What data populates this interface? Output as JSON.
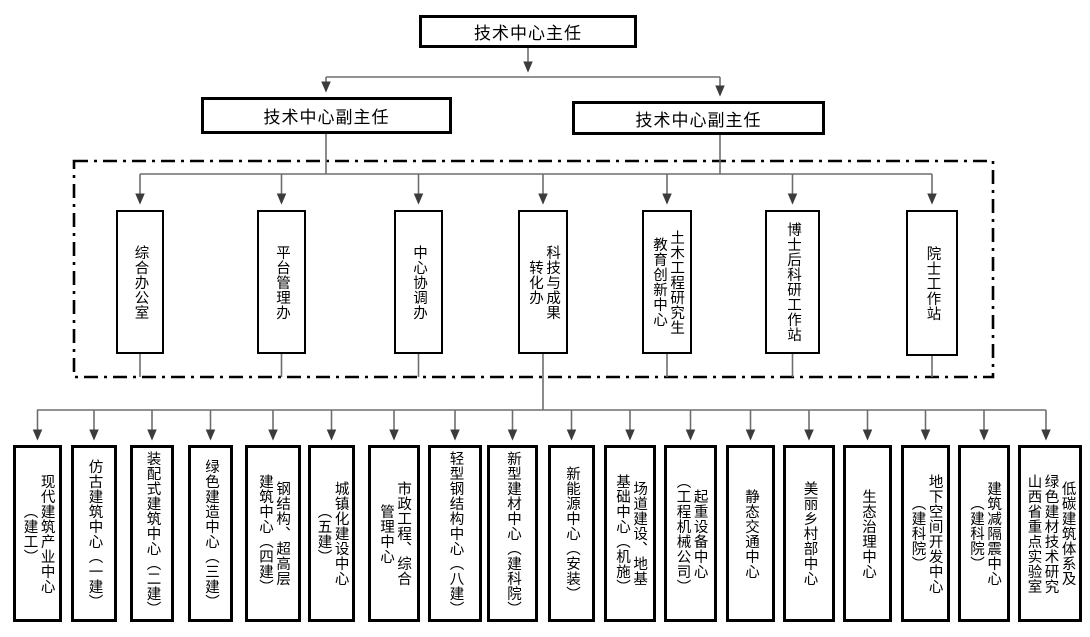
{
  "org": {
    "director": "技术中心主任",
    "deputy_left": "技术中心副主任",
    "deputy_right": "技术中心副主任",
    "departments": [
      "综合办公室",
      "平台管理办",
      "中心协调办",
      "科技与成果\n转化办",
      "土木工程研究生\n教育创新中心",
      "博士后科研工作站",
      "院士工作站"
    ],
    "centers": [
      "现代建筑产业中心\n（建工）",
      "仿古建筑中心（一建）",
      "装配式建筑中心（二建）",
      "绿色建造中心（三建）",
      "钢结构、超高层\n建筑中心（四建）",
      "城镇化建设中心\n（五建）",
      "市政工程、综合\n管理中心",
      "轻型钢结构中心（八建）",
      "新型建材中心（建科院）",
      "新能源中心（安装）",
      "场道建设、地基\n基础中心（机施）",
      "起重设备中心\n（工程机械公司）",
      "静态交通中心",
      "美丽乡村部中心",
      "生态治理中心",
      "地下空间开发中心\n（建科院）",
      "建筑减隔震中心\n（建科院）",
      "低碳建筑体系及\n绿色建材技术研究\n山西省重点实验室"
    ]
  },
  "colors": {
    "box_border": "#000000",
    "connector": "#6e6e6e",
    "arrowhead": "#3c3c3c",
    "background": "#ffffff"
  }
}
